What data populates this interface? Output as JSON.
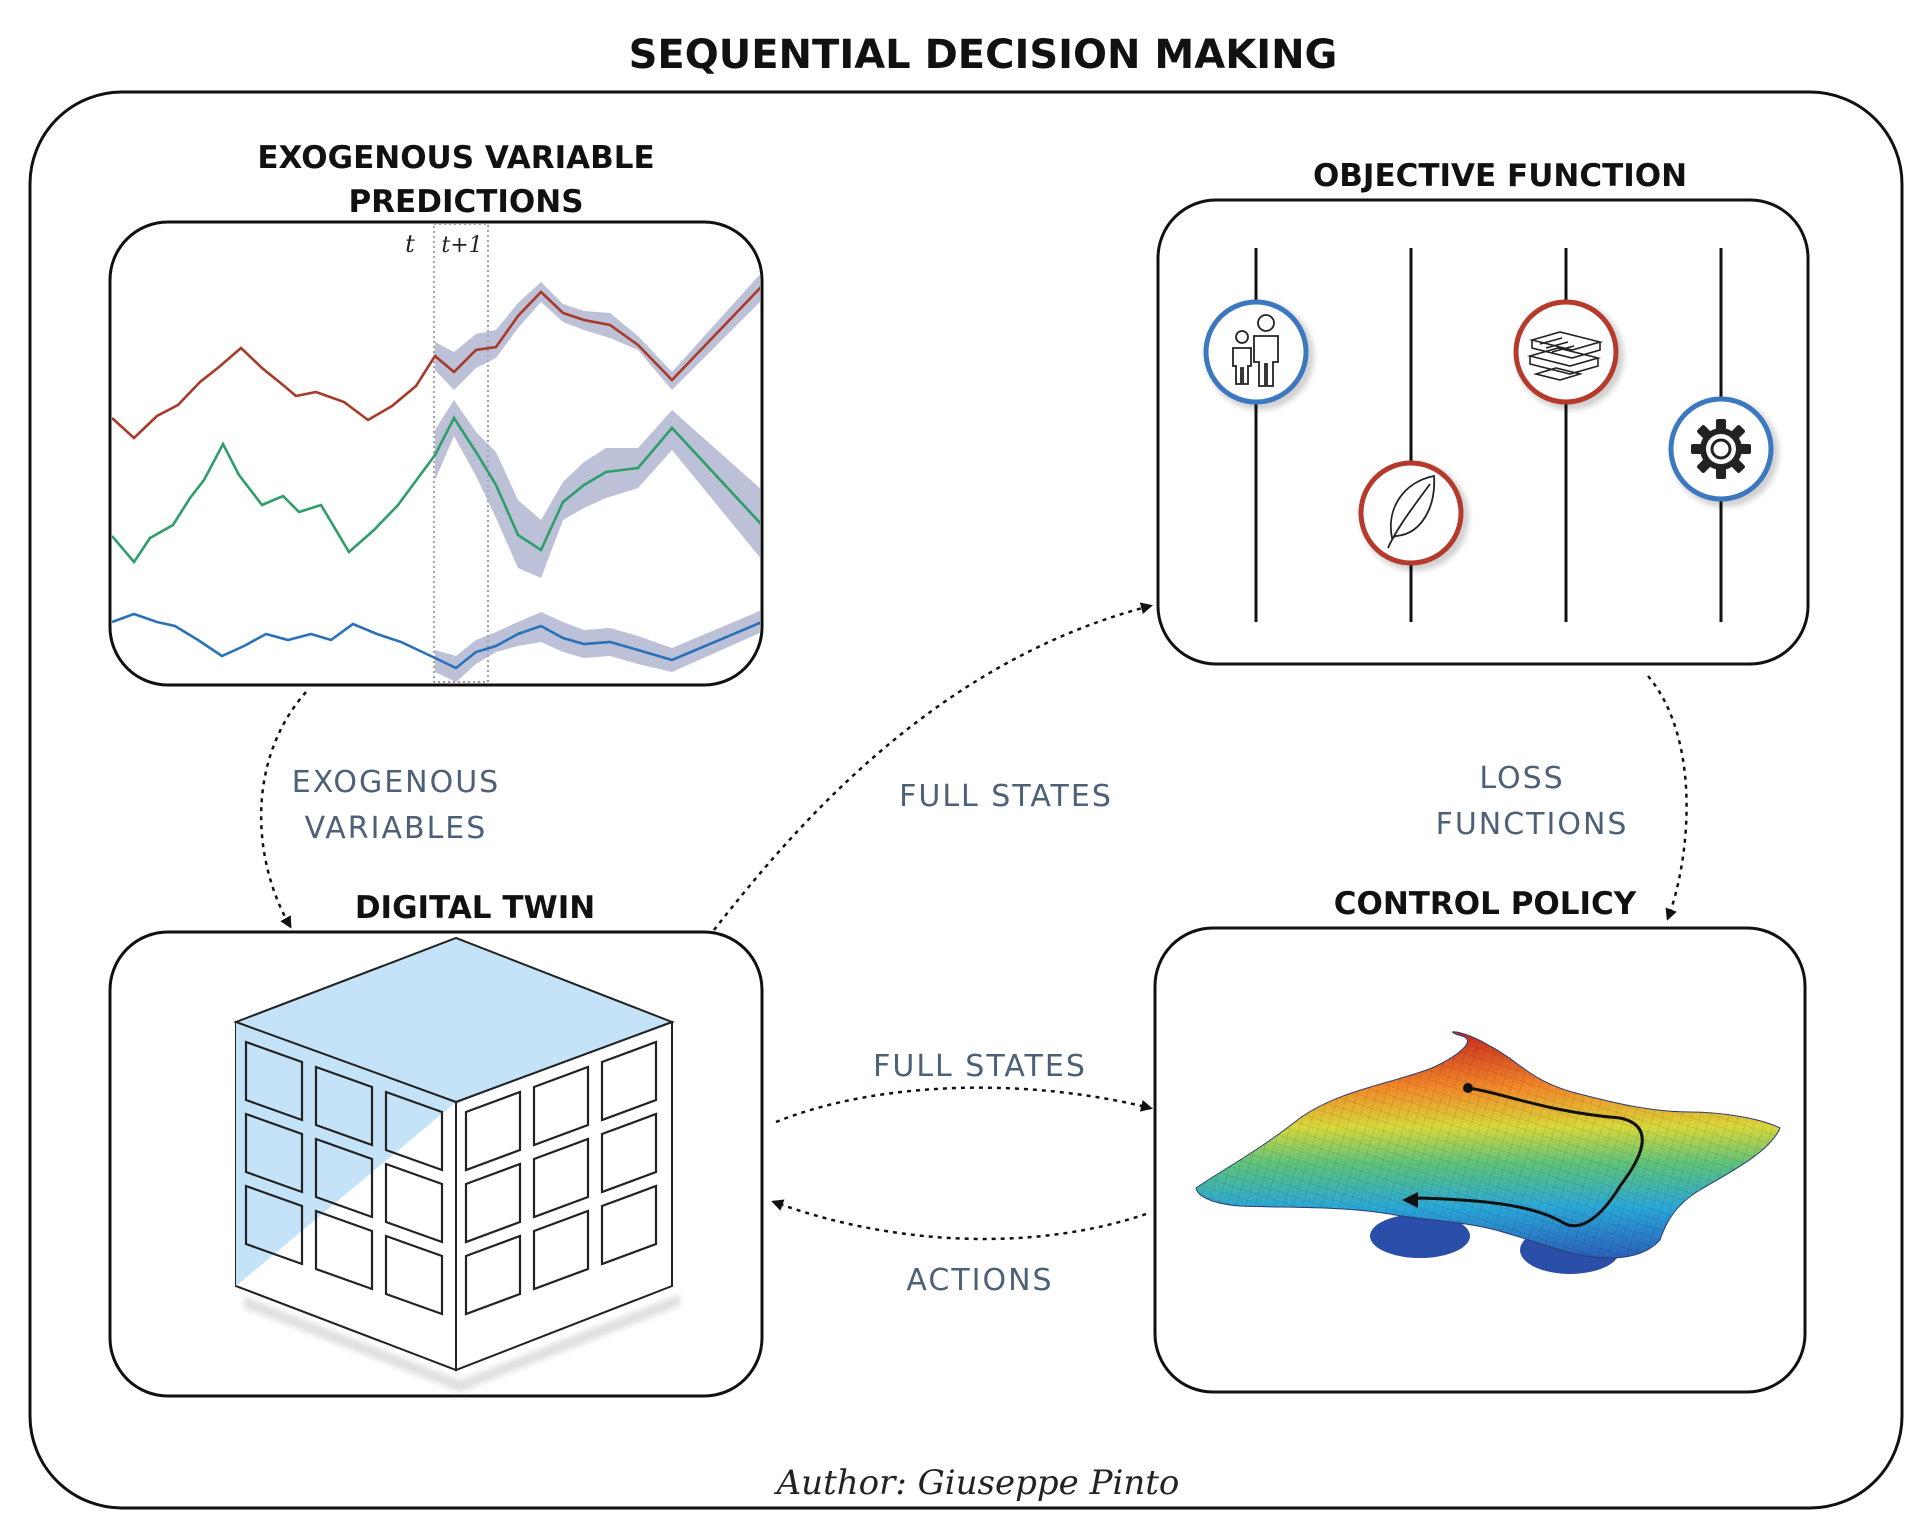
{
  "title": "SEQUENTIAL DECISION MAKING",
  "author": "Author: Giuseppe Pinto",
  "panels": {
    "exogenous": {
      "title_line1": "EXOGENOUS VARIABLE",
      "title_line2": "PREDICTIONS",
      "marker_t": "t",
      "marker_t1": "t+1"
    },
    "objective": {
      "title": "OBJECTIVE FUNCTION"
    },
    "digital_twin": {
      "title": "DIGITAL TWIN"
    },
    "control_policy": {
      "title": "CONTROL POLICY"
    }
  },
  "flows": {
    "exogenous_variables_line1": "EXOGENOUS",
    "exogenous_variables_line2": "VARIABLES",
    "full_states_top": "FULL STATES",
    "loss_line1": "LOSS",
    "loss_line2": "FUNCTIONS",
    "full_states_bottom": "FULL STATES",
    "actions": "ACTIONS"
  },
  "icons": [
    "people-icon",
    "leaf-icon",
    "money-icon",
    "gear-icon"
  ],
  "colors": {
    "series_red": "#a83a2a",
    "series_green": "#2e9e6a",
    "series_blue": "#2a72b8",
    "uncertainty_band": "#9fa6c8",
    "icon_ring_blue": "#3b78c0",
    "icon_ring_red": "#b53a2b",
    "cube_face": "#c5e3f8",
    "flow_text": "#4d6078"
  }
}
